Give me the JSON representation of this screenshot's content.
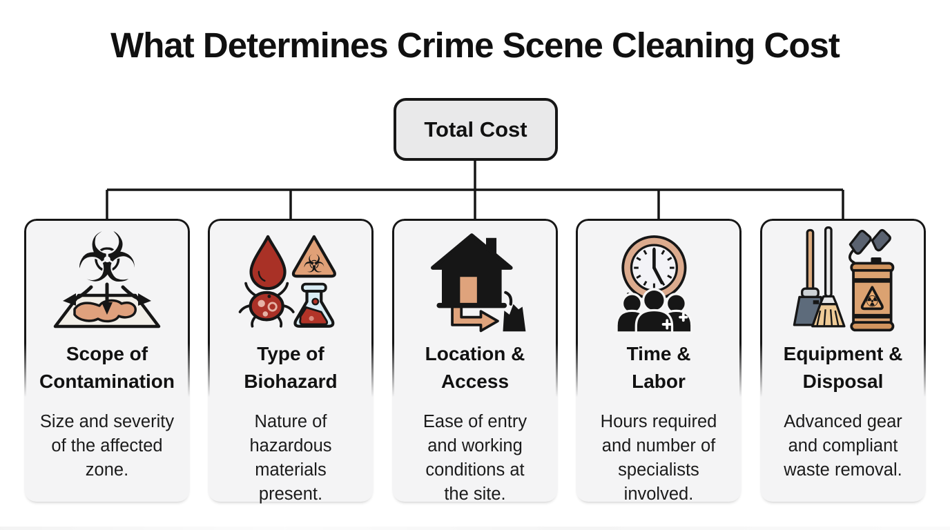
{
  "title": "What Determines Crime Scene Cleaning Cost",
  "root": {
    "label": "Total Cost"
  },
  "diagram": {
    "type": "tree",
    "root_label": "Total Cost",
    "children_count": 5
  },
  "cards": [
    {
      "title": "Scope of\nContamination",
      "description": "Size and severity\nof the affected\nzone.",
      "icon": "biohazard-spill-icon"
    },
    {
      "title": "Type of\nBiohazard",
      "description": "Nature of\nhazardous\nmaterials\npresent.",
      "icon": "hazard-materials-icon"
    },
    {
      "title": "Location &\nAccess",
      "description": "Ease of entry\nand working\nconditions at\nthe site.",
      "icon": "house-access-icon"
    },
    {
      "title": "Time &\nLabor",
      "description": "Hours required\nand number of\nspecialists\ninvolved.",
      "icon": "clock-team-icon"
    },
    {
      "title": "Equipment &\nDisposal",
      "description": "Advanced gear\nand compliant\nwaste removal.",
      "icon": "cleaning-equipment-icon"
    }
  ],
  "colors": {
    "line": "#161616",
    "node-bg": "#e9e9ea",
    "card-bg": "#f4f4f5",
    "tan": "#dfa37c",
    "dark-red": "#a93126",
    "triangle-tan": "#e0a077",
    "flask-blue": "#d9ecf4",
    "clock-ring": "#dcab8e",
    "slate": "#5a6270",
    "barrel-orange": "#dba271"
  }
}
